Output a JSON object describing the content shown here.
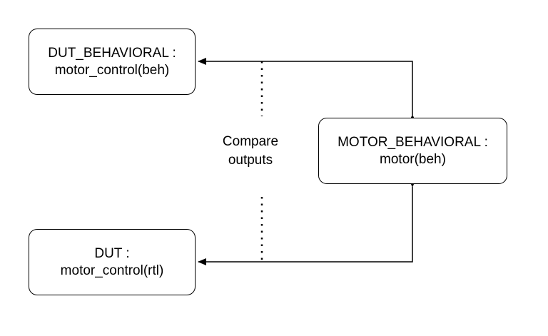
{
  "diagram": {
    "nodes": {
      "dut_behavioral": {
        "line1": "DUT_BEHAVIORAL :",
        "line2": "motor_control(beh)"
      },
      "dut": {
        "line1": "DUT :",
        "line2": "motor_control(rtl)"
      },
      "motor_behavioral": {
        "line1": "MOTOR_BEHAVIORAL :",
        "line2": "motor(beh)"
      }
    },
    "compare_label": {
      "line1": "Compare",
      "line2": "outputs"
    },
    "colors": {
      "stroke": "#000000",
      "background": "#ffffff"
    }
  }
}
